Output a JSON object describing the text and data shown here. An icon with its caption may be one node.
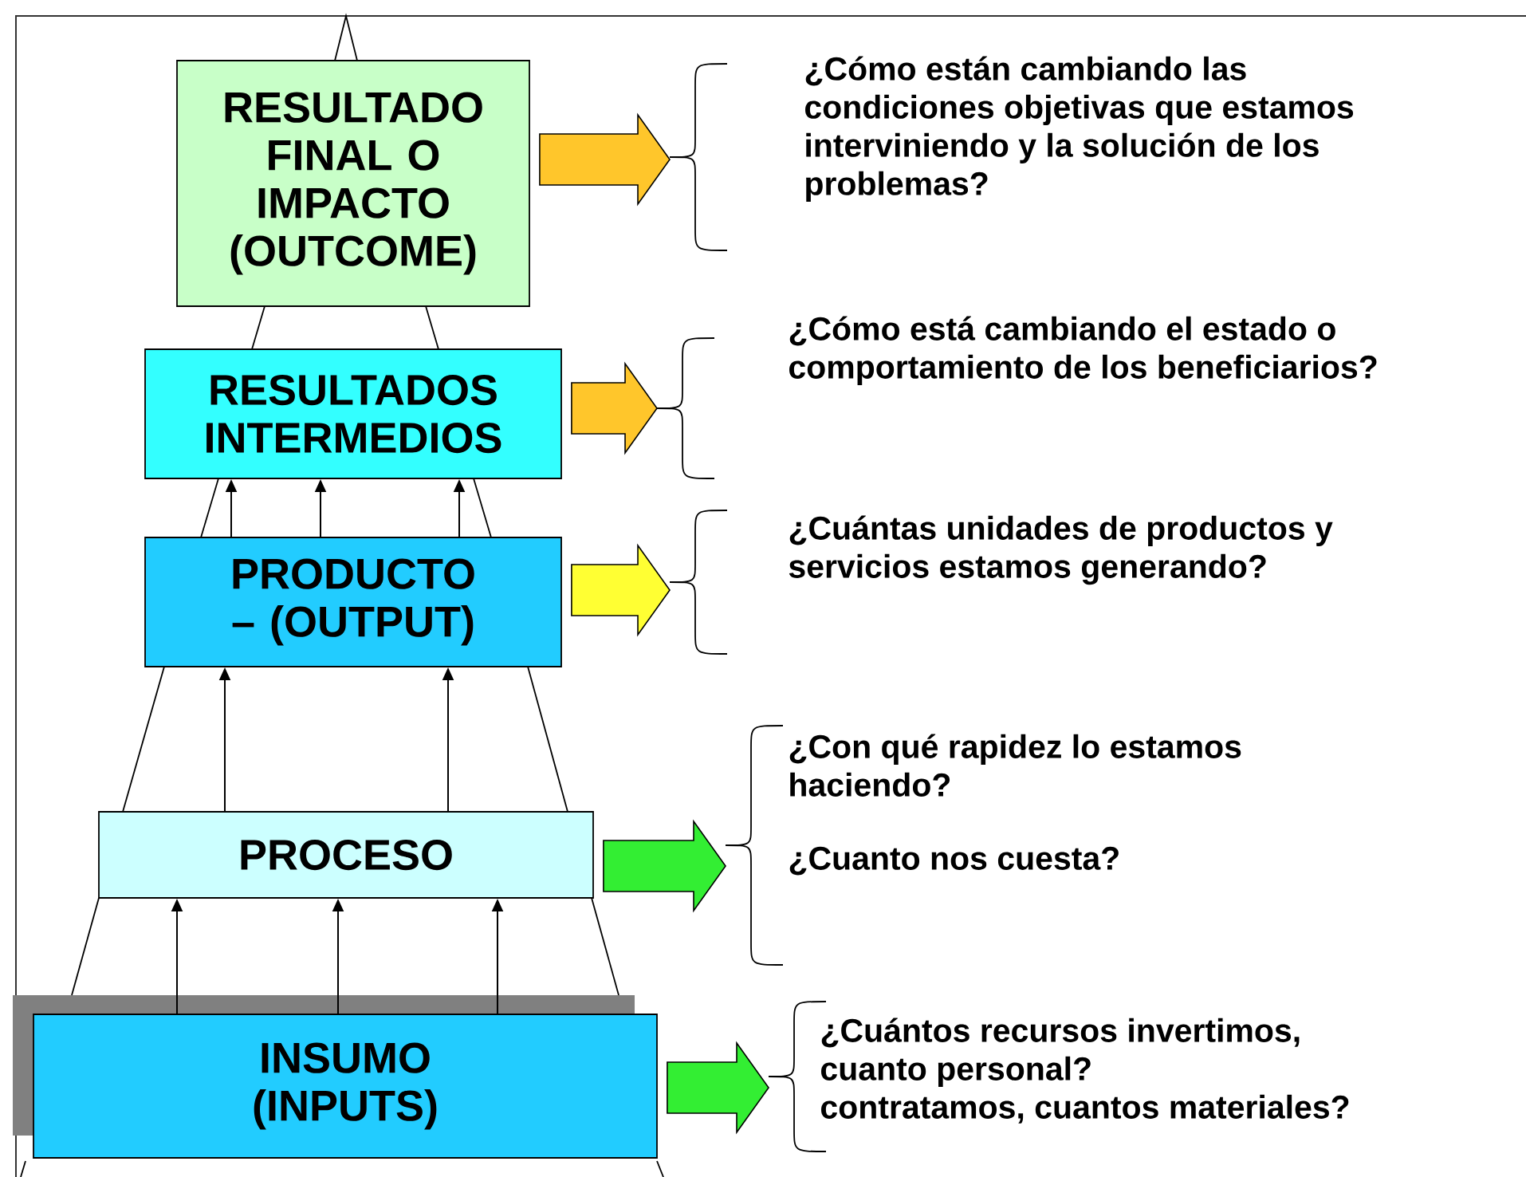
{
  "diagram": {
    "nodes": [
      {
        "text": [
          "RESULTADO FINAL O IMPACTO (OUTCOME)"
        ]
      },
      {
        "text": [
          "RESULTADOS INTERMEDIOS"
        ]
      },
      {
        "text": [
          "PRODUCTO – (OUTPUT)"
        ]
      },
      {
        "text": [
          "PROCESO"
        ]
      },
      {
        "text": [
          "INSUMO (INPUTS)"
        ]
      },
      {
        "text": [],
        "shape": "brace"
      },
      {
        "text": [],
        "shape": "brace"
      },
      {
        "text": [],
        "shape": "brace"
      },
      {
        "text": [],
        "shape": "brace"
      },
      {
        "text": [],
        "shape": "brace"
      },
      {
        "text": [
          "¿Cómo están cambiando las condiciones objetivas que estamos interviniendo y la solución de los problemas?"
        ]
      },
      {
        "text": [
          "¿Cómo está cambiando el estado o comportamiento de los beneficiarios?"
        ]
      },
      {
        "text": [
          "¿Cuántas unidades de productos y servicios estamos generando?"
        ]
      },
      {
        "text": [
          "¿Con qué rapidez lo estamos haciendo?",
          "¿Cuanto nos cuesta?"
        ]
      },
      {
        "text": [
          "¿Cuántos recursos invertimos, cuanto personal?",
          "contratamos, cuantos materiales?"
        ]
      }
    ],
    "edges": [
      {
        "from": 0,
        "to": 5,
        "arrow": "to",
        "style": "thick",
        "color": "#ffc62b"
      },
      {
        "from": 1,
        "to": 6,
        "arrow": "to",
        "style": "thick",
        "color": "#ffc62b"
      },
      {
        "from": 2,
        "to": 7,
        "arrow": "to",
        "style": "thick",
        "color": "#ffff33"
      },
      {
        "from": 3,
        "to": 8,
        "arrow": "to",
        "style": "thick",
        "color": "#33ee33"
      },
      {
        "from": 4,
        "to": 9,
        "arrow": "to",
        "style": "thick",
        "color": "#33ee33"
      },
      {
        "from": 4,
        "to": 3,
        "arrow": "to"
      },
      {
        "from": 4,
        "to": 3,
        "arrow": "to"
      },
      {
        "from": 4,
        "to": 3,
        "arrow": "to"
      },
      {
        "from": 3,
        "to": 2,
        "arrow": "to"
      },
      {
        "from": 3,
        "to": 2,
        "arrow": "to"
      },
      {
        "from": 2,
        "to": 1,
        "arrow": "to"
      },
      {
        "from": 2,
        "to": 1,
        "arrow": "to"
      },
      {
        "from": 2,
        "to": 1,
        "arrow": "to"
      }
    ]
  }
}
